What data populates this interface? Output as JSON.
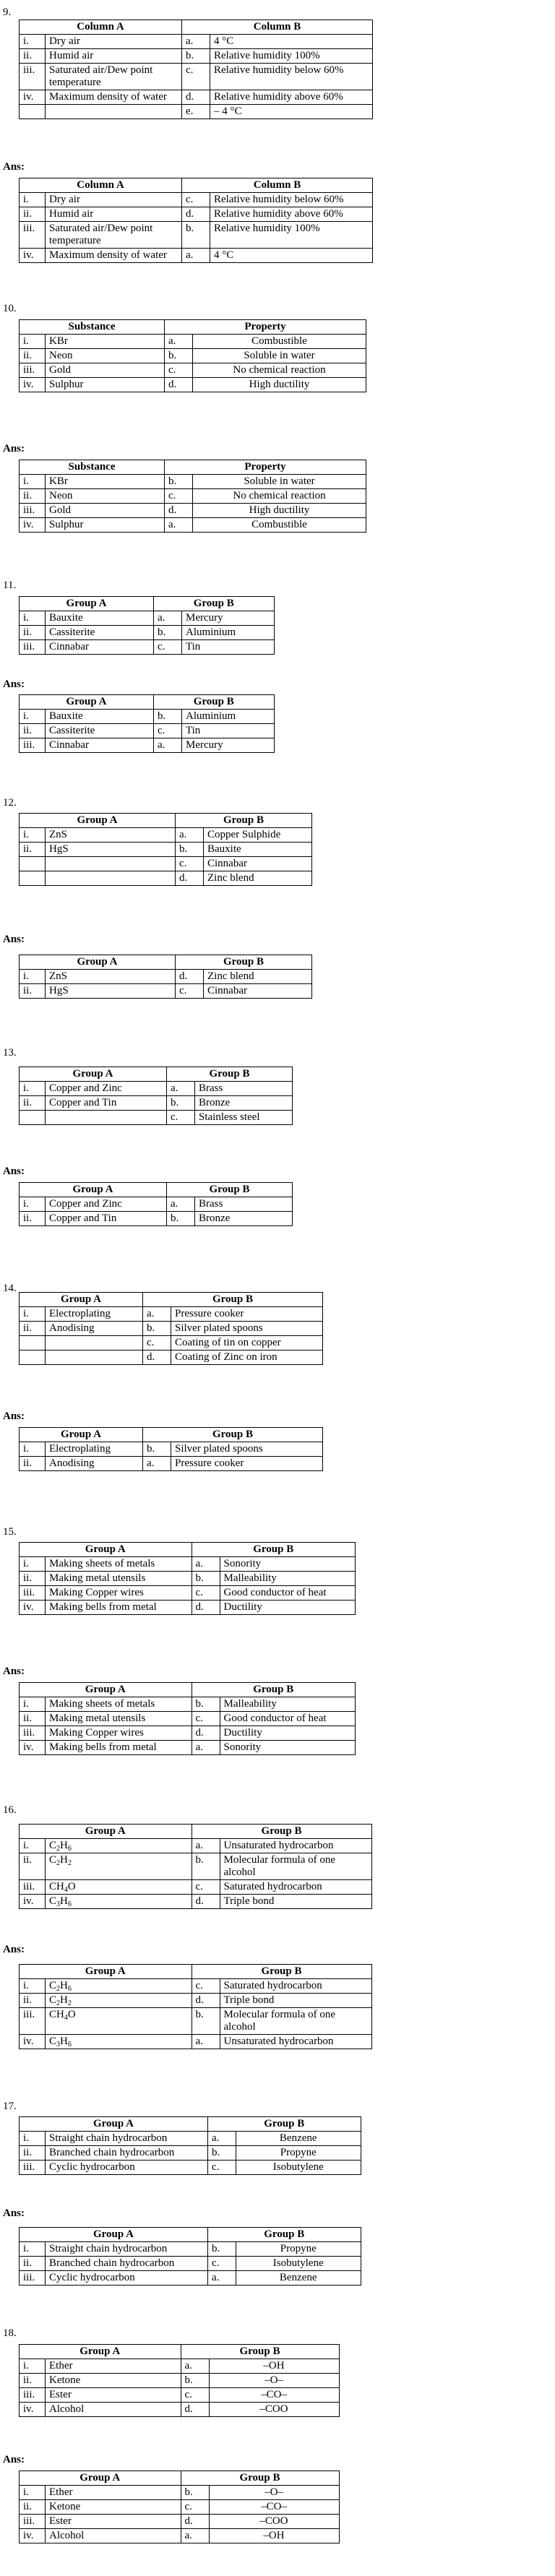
{
  "questions": [
    {
      "number": "9.",
      "headers": [
        "Column A",
        "Column B"
      ],
      "rows": [
        {
          "n": "i.",
          "a": "Dry air",
          "l": "a.",
          "b": "4 °C"
        },
        {
          "n": "ii.",
          "a": "Humid air",
          "l": "b.",
          "b": "Relative humidity 100%"
        },
        {
          "n": "iii.",
          "a": "Saturated air/Dew point temperature",
          "l": "c.",
          "b": "Relative humidity below 60%"
        },
        {
          "n": "iv.",
          "a": "Maximum density of water",
          "l": "d.",
          "b": "Relative humidity above 60%"
        },
        {
          "n": "",
          "a": "",
          "l": "e.",
          "b": "– 4 °C"
        }
      ],
      "answer_label": "Ans:",
      "answer_rows": [
        {
          "n": "i.",
          "a": "Dry air",
          "l": "c.",
          "b": "Relative humidity below 60%"
        },
        {
          "n": "ii.",
          "a": "Humid air",
          "l": "d.",
          "b": "Relative humidity above 60%"
        },
        {
          "n": "iii.",
          "a": "Saturated air/Dew point temperature",
          "l": "b.",
          "b": "Relative humidity 100%"
        },
        {
          "n": "iv.",
          "a": "Maximum density of water",
          "l": "a.",
          "b": "4 °C"
        }
      ]
    },
    {
      "number": "10.",
      "headers": [
        "Substance",
        "Property"
      ],
      "rows": [
        {
          "n": "i.",
          "a": "KBr",
          "l": "a.",
          "b": "Combustible"
        },
        {
          "n": "ii.",
          "a": "Neon",
          "l": "b.",
          "b": "Soluble in water"
        },
        {
          "n": "iii.",
          "a": "Gold",
          "l": "c.",
          "b": "No chemical reaction"
        },
        {
          "n": "iv.",
          "a": "Sulphur",
          "l": "d.",
          "b": "High ductility"
        }
      ],
      "answer_label": "Ans:",
      "answer_rows": [
        {
          "n": "i.",
          "a": "KBr",
          "l": "b.",
          "b": "Soluble in water"
        },
        {
          "n": "ii.",
          "a": "Neon",
          "l": "c.",
          "b": "No chemical reaction"
        },
        {
          "n": "iii.",
          "a": "Gold",
          "l": "d.",
          "b": "High ductility"
        },
        {
          "n": "iv.",
          "a": "Sulphur",
          "l": "a.",
          "b": "Combustible"
        }
      ]
    },
    {
      "number": "11.",
      "headers": [
        "Group A",
        "Group B"
      ],
      "rows": [
        {
          "n": "i.",
          "a": "Bauxite",
          "l": "a.",
          "b": "Mercury"
        },
        {
          "n": "ii.",
          "a": "Cassiterite",
          "l": "b.",
          "b": "Aluminium"
        },
        {
          "n": "iii.",
          "a": "Cinnabar",
          "l": "c.",
          "b": "Tin"
        }
      ],
      "answer_label": "Ans:",
      "answer_rows": [
        {
          "n": "i.",
          "a": "Bauxite",
          "l": "b.",
          "b": "Aluminium"
        },
        {
          "n": "ii.",
          "a": "Cassiterite",
          "l": "c.",
          "b": "Tin"
        },
        {
          "n": "iii.",
          "a": "Cinnabar",
          "l": "a.",
          "b": "Mercury"
        }
      ]
    },
    {
      "number": "12.",
      "headers": [
        "Group A",
        "Group B"
      ],
      "rows": [
        {
          "n": "i.",
          "a": "ZnS",
          "l": "a.",
          "b": "Copper Sulphide"
        },
        {
          "n": "ii.",
          "a": "HgS",
          "l": "b.",
          "b": "Bauxite"
        },
        {
          "n": "",
          "a": "",
          "l": "c.",
          "b": "Cinnabar"
        },
        {
          "n": "",
          "a": "",
          "l": "d.",
          "b": "Zinc blend"
        }
      ],
      "answer_label": "Ans:",
      "answer_rows": [
        {
          "n": "i.",
          "a": "ZnS",
          "l": "d.",
          "b": "Zinc blend"
        },
        {
          "n": "ii.",
          "a": "HgS",
          "l": "c.",
          "b": "Cinnabar"
        }
      ]
    },
    {
      "number": "13.",
      "headers": [
        "Group A",
        "Group B"
      ],
      "rows": [
        {
          "n": "i.",
          "a": "Copper and Zinc",
          "l": "a.",
          "b": "Brass"
        },
        {
          "n": "ii.",
          "a": "Copper and Tin",
          "l": "b.",
          "b": "Bronze"
        },
        {
          "n": "",
          "a": "",
          "l": "c.",
          "b": "Stainless steel"
        }
      ],
      "answer_label": "Ans:",
      "answer_rows": [
        {
          "n": "i.",
          "a": "Copper and Zinc",
          "l": "a.",
          "b": "Brass"
        },
        {
          "n": "ii.",
          "a": "Copper and Tin",
          "l": "b.",
          "b": "Bronze"
        }
      ]
    },
    {
      "number": "14.",
      "headers": [
        "Group A",
        "Group B"
      ],
      "rows": [
        {
          "n": "i.",
          "a": "Electroplating",
          "l": "a.",
          "b": "Pressure cooker"
        },
        {
          "n": "ii.",
          "a": "Anodising",
          "l": "b.",
          "b": "Silver plated spoons"
        },
        {
          "n": "",
          "a": "",
          "l": "c.",
          "b": "Coating of tin on copper"
        },
        {
          "n": "",
          "a": "",
          "l": "d.",
          "b": "Coating of Zinc on iron"
        }
      ],
      "answer_label": "Ans:",
      "answer_rows": [
        {
          "n": "i.",
          "a": "Electroplating",
          "l": "b.",
          "b": "Silver plated spoons"
        },
        {
          "n": "ii.",
          "a": "Anodising",
          "l": "a.",
          "b": "Pressure cooker"
        }
      ]
    },
    {
      "number": "15.",
      "headers": [
        "Group A",
        "Group B"
      ],
      "rows": [
        {
          "n": "i.",
          "a": "Making sheets of metals",
          "l": "a.",
          "b": "Sonority"
        },
        {
          "n": "ii.",
          "a": "Making metal utensils",
          "l": "b.",
          "b": "Malleability"
        },
        {
          "n": "iii.",
          "a": "Making Copper wires",
          "l": "c.",
          "b": "Good conductor of heat"
        },
        {
          "n": "iv.",
          "a": "Making bells from metal",
          "l": "d.",
          "b": "Ductility"
        }
      ],
      "answer_label": "Ans:",
      "answer_rows": [
        {
          "n": "i.",
          "a": "Making sheets of metals",
          "l": "b.",
          "b": "Malleability"
        },
        {
          "n": "ii.",
          "a": "Making metal utensils",
          "l": "c.",
          "b": "Good conductor of heat"
        },
        {
          "n": "iii.",
          "a": "Making Copper wires",
          "l": "d.",
          "b": "Ductility"
        },
        {
          "n": "iv.",
          "a": "Making bells from metal",
          "l": "a.",
          "b": "Sonority"
        }
      ]
    },
    {
      "number": "16.",
      "headers": [
        "Group A",
        "Group B"
      ],
      "rows": [
        {
          "n": "i.",
          "a": "C2H6",
          "l": "a.",
          "b": "Unsaturated hydrocarbon"
        },
        {
          "n": "ii.",
          "a": "C2H2",
          "l": "b.",
          "b": "Molecular formula of one alcohol"
        },
        {
          "n": "iii.",
          "a": "CH4O",
          "l": "c.",
          "b": "Saturated hydrocarbon"
        },
        {
          "n": "iv.",
          "a": "C3H6",
          "l": "d.",
          "b": "Triple bond"
        }
      ],
      "answer_label": "Ans:",
      "answer_rows": [
        {
          "n": "i.",
          "a": "C2H6",
          "l": "c.",
          "b": "Saturated hydrocarbon"
        },
        {
          "n": "ii.",
          "a": "C2H2",
          "l": "d.",
          "b": "Triple bond"
        },
        {
          "n": "iii.",
          "a": "CH4O",
          "l": "b.",
          "b": "Molecular formula of one alcohol"
        },
        {
          "n": "iv.",
          "a": "C3H6",
          "l": "a.",
          "b": "Unsaturated hydrocarbon"
        }
      ]
    },
    {
      "number": "17.",
      "headers": [
        "Group A",
        "Group B"
      ],
      "rows": [
        {
          "n": "i.",
          "a": "Straight chain hydrocarbon",
          "l": "a.",
          "b": "Benzene"
        },
        {
          "n": "ii.",
          "a": "Branched chain hydrocarbon",
          "l": "b.",
          "b": "Propyne"
        },
        {
          "n": "iii.",
          "a": "Cyclic hydrocarbon",
          "l": "c.",
          "b": "Isobutylene"
        }
      ],
      "answer_label": "Ans:",
      "answer_rows": [
        {
          "n": "i.",
          "a": "Straight chain hydrocarbon",
          "l": "b.",
          "b": "Propyne"
        },
        {
          "n": "ii.",
          "a": "Branched chain hydrocarbon",
          "l": "c.",
          "b": "Isobutylene"
        },
        {
          "n": "iii.",
          "a": "Cyclic hydrocarbon",
          "l": "a.",
          "b": "Benzene"
        }
      ]
    },
    {
      "number": "18.",
      "headers": [
        "Group A",
        "Group B"
      ],
      "rows": [
        {
          "n": "i.",
          "a": "Ether",
          "l": "a.",
          "b": "–OH"
        },
        {
          "n": "ii.",
          "a": "Ketone",
          "l": "b.",
          "b": "–O–"
        },
        {
          "n": "iii.",
          "a": "Ester",
          "l": "c.",
          "b": "–CO–"
        },
        {
          "n": "iv.",
          "a": "Alcohol",
          "l": "d.",
          "b": "–COO"
        }
      ],
      "answer_label": "Ans:",
      "answer_rows": [
        {
          "n": "i.",
          "a": "Ether",
          "l": "b.",
          "b": "–O–"
        },
        {
          "n": "ii.",
          "a": "Ketone",
          "l": "c.",
          "b": "–CO–"
        },
        {
          "n": "iii.",
          "a": "Ester",
          "l": "d.",
          "b": "–COO"
        },
        {
          "n": "iv.",
          "a": "Alcohol",
          "l": "a.",
          "b": "–OH"
        }
      ]
    }
  ]
}
